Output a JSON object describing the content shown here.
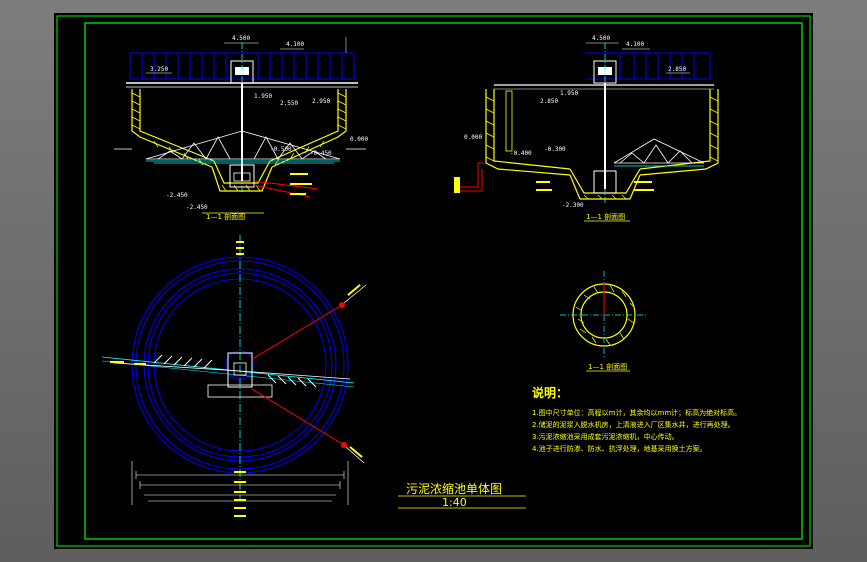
{
  "colors": {
    "background": "#000000",
    "frame": "#00ff00",
    "concrete": "#ffff00",
    "structure": "#ffffff",
    "plan_rings": "#0000ff",
    "axis": "#00ffff",
    "pipe": "#ff0000",
    "text": "#ffff00"
  },
  "drawing": {
    "title": "污泥浓缩池单体图",
    "scale": "1:40"
  },
  "section_left": {
    "label": "1—1 剖面图",
    "elev_top": "4.500",
    "elev_handrail": "4.100",
    "elev_left_water": "3.250",
    "elev_inner_1": "1.950",
    "elev_inner_2": "2.550",
    "elev_inner_3": "2.950",
    "elev_cone_left": "-0.500",
    "elev_cone_right": "-0.450",
    "elev_outer_right": "0.000",
    "elev_bottom": "-2.450",
    "elev_base": "-2.450"
  },
  "section_right": {
    "label": "1—1 剖面图",
    "elev_top": "4.500",
    "elev_handrail": "4.100",
    "elev_right_water": "2.850",
    "elev_inner_1": "1.950",
    "elev_inner_2": "2.850",
    "elev_outer_left": "0.000",
    "elev_cone_left": "-0.400",
    "elev_cone_right": "-0.300",
    "elev_bottom": "-2.300"
  },
  "small_section": {
    "label": "1—1 剖面图"
  },
  "plan": {
    "label": "1:40"
  },
  "notes": {
    "heading": "说明：",
    "items": [
      "1.图中尺寸单位：高程以m计，其余均以mm计；标高为绝对标高。",
      "2.储泥的泥浆入脱水机房，上清液进入厂区集水井，进行再处理。",
      "3.污泥浓缩池采用成套污泥浓缩机，中心传动。",
      "4.池子进行防渗、防水、抗浮处理，地基采用换土方案。"
    ]
  }
}
